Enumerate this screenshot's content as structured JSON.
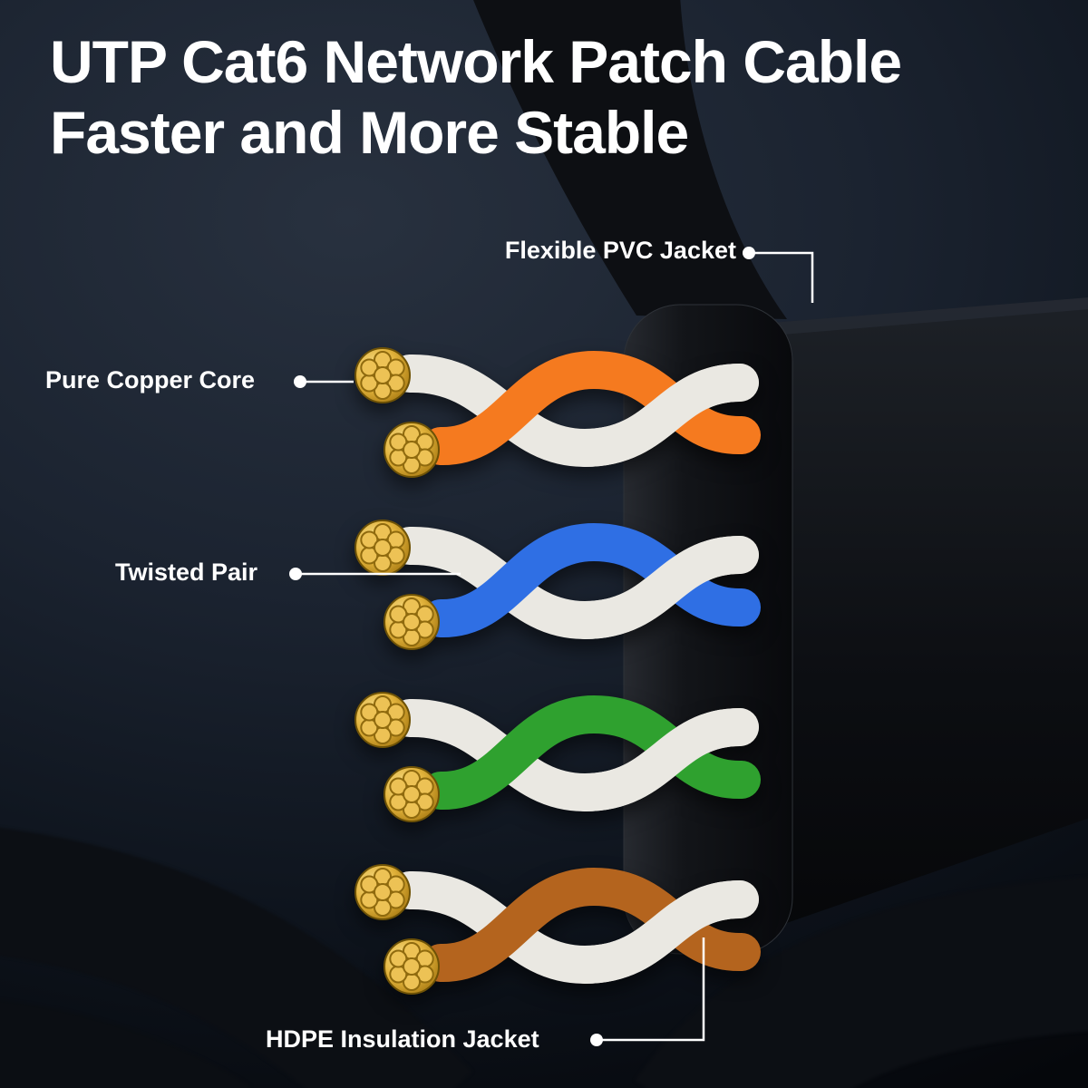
{
  "title": {
    "line1": "UTP Cat6 Network Patch Cable",
    "line2": "Faster and More Stable"
  },
  "callouts": {
    "pvc_jacket": {
      "label": "Flexible PVC Jacket"
    },
    "copper_core": {
      "label": "Pure Copper Core"
    },
    "twisted_pair": {
      "label": "Twisted Pair"
    },
    "hdpe_jacket": {
      "label": "HDPE Insulation Jacket"
    }
  },
  "diagram": {
    "pairs": [
      {
        "name": "orange-white twisted pair"
      },
      {
        "name": "blue-white twisted pair"
      },
      {
        "name": "green-white twisted pair"
      },
      {
        "name": "brown-white twisted pair"
      }
    ]
  },
  "colors": {
    "background": "#10161f",
    "label_text": "#ffffff",
    "cable_jacket": "#0b0d10",
    "wire_white": "#eae8e2",
    "wire_orange": "#f57a1f",
    "wire_blue": "#2f6fe4",
    "wire_green": "#2fa12f",
    "wire_brown": "#b4641e",
    "copper_gold": "#e3b84a"
  }
}
